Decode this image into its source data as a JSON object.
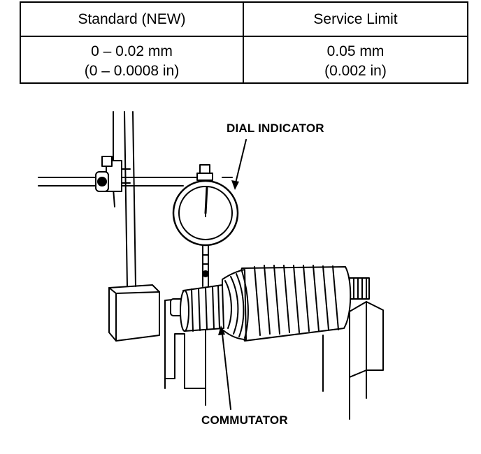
{
  "table": {
    "headers": [
      "Standard (NEW)",
      "Service Limit"
    ],
    "standard": [
      "0 – 0.02 mm",
      "(0 – 0.0008 in)"
    ],
    "service_limit": [
      "0.05 mm",
      "(0.002 in)"
    ]
  },
  "figure": {
    "labels": {
      "dial_indicator": "DIAL INDICATOR",
      "commutator": "COMMUTATOR"
    }
  }
}
